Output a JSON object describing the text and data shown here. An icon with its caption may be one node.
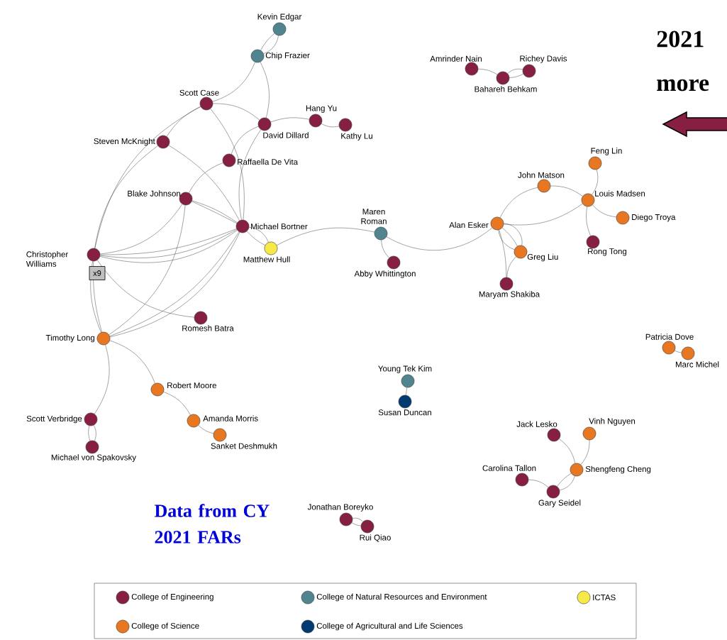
{
  "diagram": {
    "nodes": [
      {
        "text": [
          "Kevin Edgar"
        ]
      },
      {
        "text": [
          "Chip Frazier"
        ]
      },
      {
        "text": [
          "Scott Case"
        ]
      },
      {
        "text": [
          "Steven McKnight"
        ]
      },
      {
        "text": [
          "David Dillard"
        ]
      },
      {
        "text": [
          "Hang Yu"
        ]
      },
      {
        "text": [
          "Kathy Lu"
        ]
      },
      {
        "text": [
          "Raffaella De Vita"
        ]
      },
      {
        "text": [
          "Blake Johnson"
        ]
      },
      {
        "text": [
          "Michael Bortner"
        ]
      },
      {
        "text": [
          "Matthew Hull"
        ]
      },
      {
        "text": [
          "Christopher Williams"
        ]
      },
      {
        "text": [
          "Maren Roman"
        ]
      },
      {
        "text": [
          "Abby Whittington"
        ]
      },
      {
        "text": [
          "Alan Esker"
        ]
      },
      {
        "text": [
          "John Matson"
        ]
      },
      {
        "text": [
          "Feng Lin"
        ]
      },
      {
        "text": [
          "Louis Madsen"
        ]
      },
      {
        "text": [
          "Diego Troya"
        ]
      },
      {
        "text": [
          "Rong Tong"
        ]
      },
      {
        "text": [
          "Greg Liu"
        ]
      },
      {
        "text": [
          "Maryam Shakiba"
        ]
      },
      {
        "text": [
          "Amrinder Nain"
        ]
      },
      {
        "text": [
          "Bahareh Behkam"
        ]
      },
      {
        "text": [
          "Richey Davis"
        ]
      },
      {
        "text": [
          "Romesh Batra"
        ]
      },
      {
        "text": [
          "Timothy Long"
        ]
      },
      {
        "text": [
          "Robert Moore"
        ]
      },
      {
        "text": [
          "Scott Verbridge"
        ]
      },
      {
        "text": [
          "Michael von Spakovsky"
        ]
      },
      {
        "text": [
          "Amanda Morris"
        ]
      },
      {
        "text": [
          "Sanket Deshmukh"
        ]
      },
      {
        "text": [
          "Young Tek Kim"
        ]
      },
      {
        "text": [
          "Susan Duncan"
        ]
      },
      {
        "text": [
          "Patricia Dove"
        ]
      },
      {
        "text": [
          "Marc Michel"
        ]
      },
      {
        "text": [
          "Jack Lesko"
        ]
      },
      {
        "text": [
          "Vinh Nguyen"
        ]
      },
      {
        "text": [
          "Shengfeng Cheng"
        ]
      },
      {
        "text": [
          "Carolina Tallon"
        ]
      },
      {
        "text": [
          "Gary Seidel"
        ]
      },
      {
        "text": [
          "Jonathan Boreyko"
        ]
      },
      {
        "text": [
          "Rui Qiao"
        ]
      }
    ],
    "edges": [
      {
        "from": 0,
        "to": 1,
        "arrow": "none"
      },
      {
        "from": 0,
        "to": 1,
        "arrow": "none"
      },
      {
        "from": 1,
        "to": 2,
        "arrow": "none"
      },
      {
        "from": 1,
        "to": 4,
        "arrow": "none"
      },
      {
        "from": 2,
        "to": 3,
        "arrow": "none"
      },
      {
        "from": 2,
        "to": 4,
        "arrow": "none"
      },
      {
        "from": 2,
        "to": 11,
        "arrow": "none"
      },
      {
        "from": 2,
        "to": 9,
        "arrow": "none"
      },
      {
        "from": 3,
        "to": 11,
        "arrow": "none"
      },
      {
        "from": 3,
        "to": 9,
        "arrow": "none"
      },
      {
        "from": 4,
        "to": 5,
        "arrow": "none"
      },
      {
        "from": 5,
        "to": 6,
        "arrow": "none"
      },
      {
        "from": 4,
        "to": 7,
        "arrow": "none"
      },
      {
        "from": 4,
        "to": 9,
        "arrow": "none"
      },
      {
        "from": 7,
        "to": 8,
        "arrow": "none"
      },
      {
        "from": 8,
        "to": 11,
        "arrow": "none"
      },
      {
        "from": 8,
        "to": 26,
        "arrow": "none"
      },
      {
        "from": 8,
        "to": 9,
        "arrow": "none"
      },
      {
        "from": 8,
        "to": 9,
        "arrow": "none"
      },
      {
        "from": 11,
        "to": 9,
        "arrow": "none"
      },
      {
        "from": 11,
        "to": 9,
        "arrow": "none"
      },
      {
        "from": 11,
        "to": 9,
        "arrow": "none"
      },
      {
        "from": 9,
        "to": 10,
        "arrow": "none"
      },
      {
        "from": 9,
        "to": 10,
        "arrow": "none"
      },
      {
        "from": 10,
        "to": 12,
        "arrow": "none"
      },
      {
        "from": 26,
        "to": 9,
        "arrow": "none"
      },
      {
        "from": 26,
        "to": 9,
        "arrow": "none"
      },
      {
        "from": 11,
        "to": 25,
        "arrow": "none"
      },
      {
        "from": 11,
        "to": 26,
        "arrow": "none"
      },
      {
        "from": 11,
        "to": 26,
        "arrow": "none"
      },
      {
        "from": 12,
        "to": 13,
        "arrow": "none"
      },
      {
        "from": 12,
        "to": 14,
        "arrow": "none"
      },
      {
        "from": 14,
        "to": 15,
        "arrow": "none"
      },
      {
        "from": 15,
        "to": 17,
        "arrow": "none"
      },
      {
        "from": 14,
        "to": 17,
        "arrow": "none"
      },
      {
        "from": 16,
        "to": 17,
        "arrow": "none"
      },
      {
        "from": 17,
        "to": 18,
        "arrow": "none"
      },
      {
        "from": 17,
        "to": 19,
        "arrow": "none"
      },
      {
        "from": 14,
        "to": 20,
        "arrow": "none"
      },
      {
        "from": 14,
        "to": 20,
        "arrow": "none"
      },
      {
        "from": 14,
        "to": 20,
        "arrow": "none"
      },
      {
        "from": 14,
        "to": 21,
        "arrow": "none"
      },
      {
        "from": 20,
        "to": 21,
        "arrow": "none"
      },
      {
        "from": 22,
        "to": 23,
        "arrow": "none"
      },
      {
        "from": 23,
        "to": 24,
        "arrow": "none"
      },
      {
        "from": 23,
        "to": 24,
        "arrow": "none"
      },
      {
        "from": 26,
        "to": 27,
        "arrow": "none"
      },
      {
        "from": 26,
        "to": 28,
        "arrow": "none"
      },
      {
        "from": 28,
        "to": 29,
        "arrow": "none"
      },
      {
        "from": 28,
        "to": 29,
        "arrow": "none"
      },
      {
        "from": 27,
        "to": 30,
        "arrow": "none"
      },
      {
        "from": 30,
        "to": 31,
        "arrow": "none"
      },
      {
        "from": 32,
        "to": 33,
        "arrow": "none"
      },
      {
        "from": 34,
        "to": 35,
        "arrow": "none"
      },
      {
        "from": 36,
        "to": 38,
        "arrow": "none"
      },
      {
        "from": 37,
        "to": 38,
        "arrow": "none"
      },
      {
        "from": 38,
        "to": 40,
        "arrow": "none"
      },
      {
        "from": 38,
        "to": 40,
        "arrow": "none"
      },
      {
        "from": 39,
        "to": 40,
        "arrow": "none"
      },
      {
        "from": 41,
        "to": 42,
        "arrow": "none"
      },
      {
        "from": 41,
        "to": 42,
        "arrow": "none"
      }
    ],
    "labels": [
      "x9",
      "Data from CY 2021 FARs",
      "2021",
      "more"
    ],
    "legend": [
      {
        "text": "College of Engineering",
        "color": "#861f41"
      },
      {
        "text": "College of Natural Resources and Environment",
        "color": "#508590"
      },
      {
        "text": "ICTAS",
        "color": "#f7ea48"
      },
      {
        "text": "College of Science",
        "color": "#e87722"
      },
      {
        "text": "College of Agricultural and Life Sciences",
        "color": "#003c71"
      }
    ]
  }
}
